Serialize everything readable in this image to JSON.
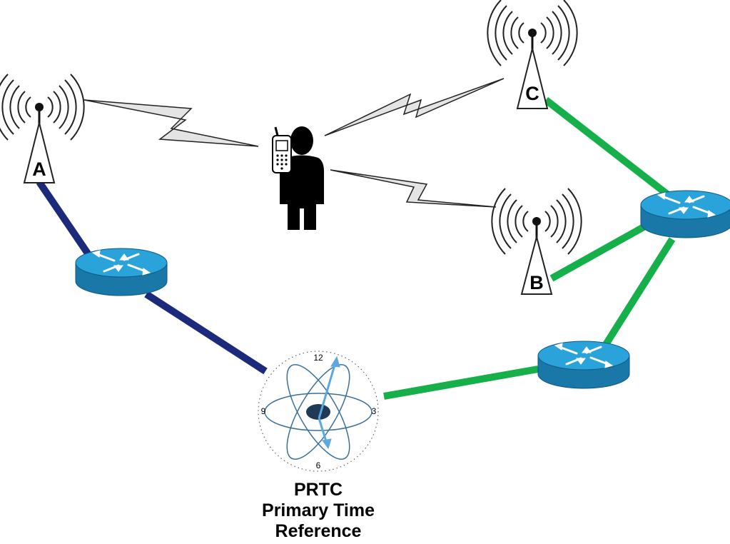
{
  "towers": [
    {
      "id": "A",
      "label": "A"
    },
    {
      "id": "B",
      "label": "B"
    },
    {
      "id": "C",
      "label": "C"
    }
  ],
  "clock": {
    "numerals": {
      "twelve": "12",
      "three": "3",
      "six": "6",
      "nine": "9"
    }
  },
  "caption": {
    "line1": "PRTC",
    "line2": "Primary Time",
    "line3": "Reference"
  },
  "links": {
    "path_to_a": {
      "color": "#1b2a7a",
      "connects": [
        "PRTC",
        "router-left",
        "tower-A"
      ]
    },
    "path_to_b_c": {
      "color": "#16b04b",
      "connects": [
        "PRTC",
        "router-bottom-right",
        "router-top-right",
        "tower-B",
        "tower-C"
      ]
    }
  },
  "colors": {
    "router_top": "#2aa3da",
    "router_side": "#1a78a8",
    "wireless_link_fill": "#e4e4e4",
    "clock_hand": "#5aa8df"
  }
}
